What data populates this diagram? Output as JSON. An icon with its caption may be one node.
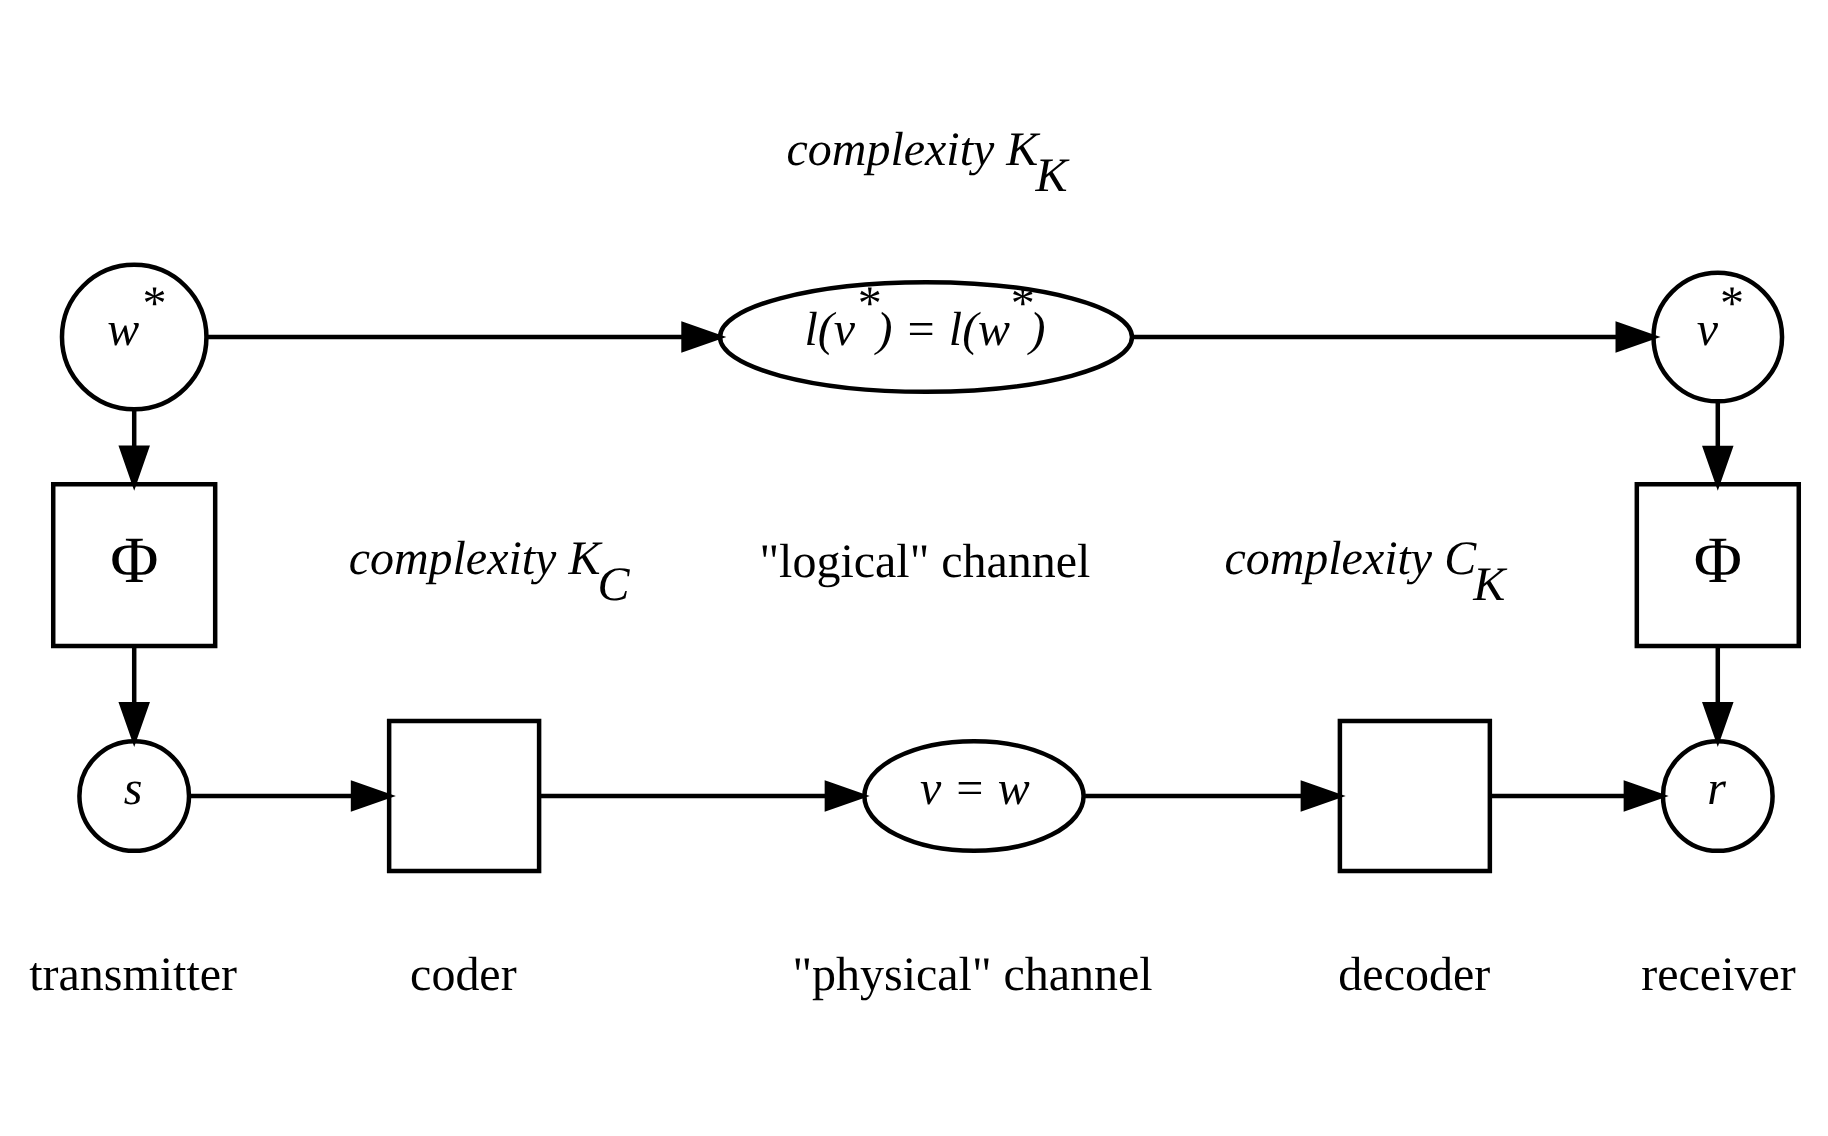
{
  "diagram": {
    "nodes": [
      {
        "text": [
          "w$^{*}$"
        ]
      },
      {
        "text": [
          "l(v$^{*}$) = l(w$^{*}$)"
        ],
        "beside": [
          "complexity K$_{K}$",
          "\"logical\" channel"
        ]
      },
      {
        "text": [
          "v$^{*}$"
        ]
      },
      {
        "text": [
          "Φ"
        ]
      },
      {
        "text": [
          "Φ"
        ]
      },
      {
        "text": [
          "s"
        ],
        "beside": [
          "transmitter"
        ]
      },
      {
        "text": [],
        "shape": "box",
        "beside": [
          "coder"
        ]
      },
      {
        "text": [
          "v = w"
        ],
        "beside": [
          "\"physical\" channel"
        ]
      },
      {
        "text": [],
        "shape": "box",
        "beside": [
          "decoder"
        ]
      },
      {
        "text": [
          "r"
        ],
        "beside": [
          "receiver"
        ]
      }
    ],
    "edges": [
      {
        "from": 0,
        "to": 1,
        "arrow": "to"
      },
      {
        "from": 1,
        "to": 2,
        "arrow": "to"
      },
      {
        "from": 0,
        "to": 3,
        "arrow": "to"
      },
      {
        "from": 2,
        "to": 4,
        "arrow": "to"
      },
      {
        "from": 3,
        "to": 5,
        "arrow": "to"
      },
      {
        "from": 4,
        "to": 9,
        "arrow": "to"
      },
      {
        "from": 5,
        "to": 6,
        "arrow": "to"
      },
      {
        "from": 6,
        "to": 7,
        "arrow": "to"
      },
      {
        "from": 7,
        "to": 8,
        "arrow": "to"
      },
      {
        "from": 8,
        "to": 9,
        "arrow": "to"
      }
    ],
    "labels": [
      "complexity K$_{C}$",
      "complexity C$_{K}$"
    ]
  }
}
